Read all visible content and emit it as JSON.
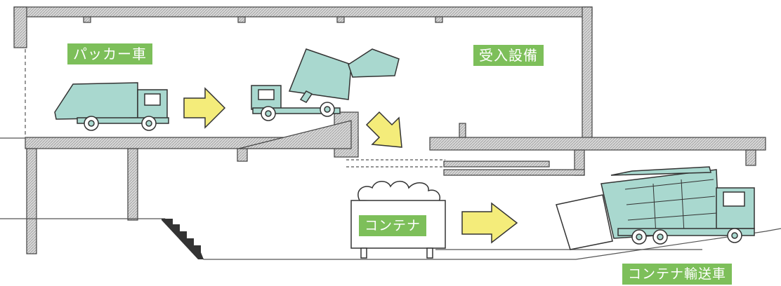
{
  "labels": {
    "packer_truck": "パッカー車",
    "intake_facility": "受入設備",
    "container": "コンテナ",
    "container_transport_truck": "コンテナ輸送車"
  },
  "colors": {
    "label_bg": "#7dbf5a",
    "label_text": "#ffffff",
    "truck_body": "#a9d8cf",
    "arrow_fill": "#f4ec7a",
    "structure": "#444444"
  },
  "icons": {
    "packer_truck": "packer-truck-icon",
    "dumping_truck": "dumping-truck-icon",
    "arrow": "arrow-icon",
    "container": "container-icon",
    "transport_truck": "container-truck-icon"
  }
}
